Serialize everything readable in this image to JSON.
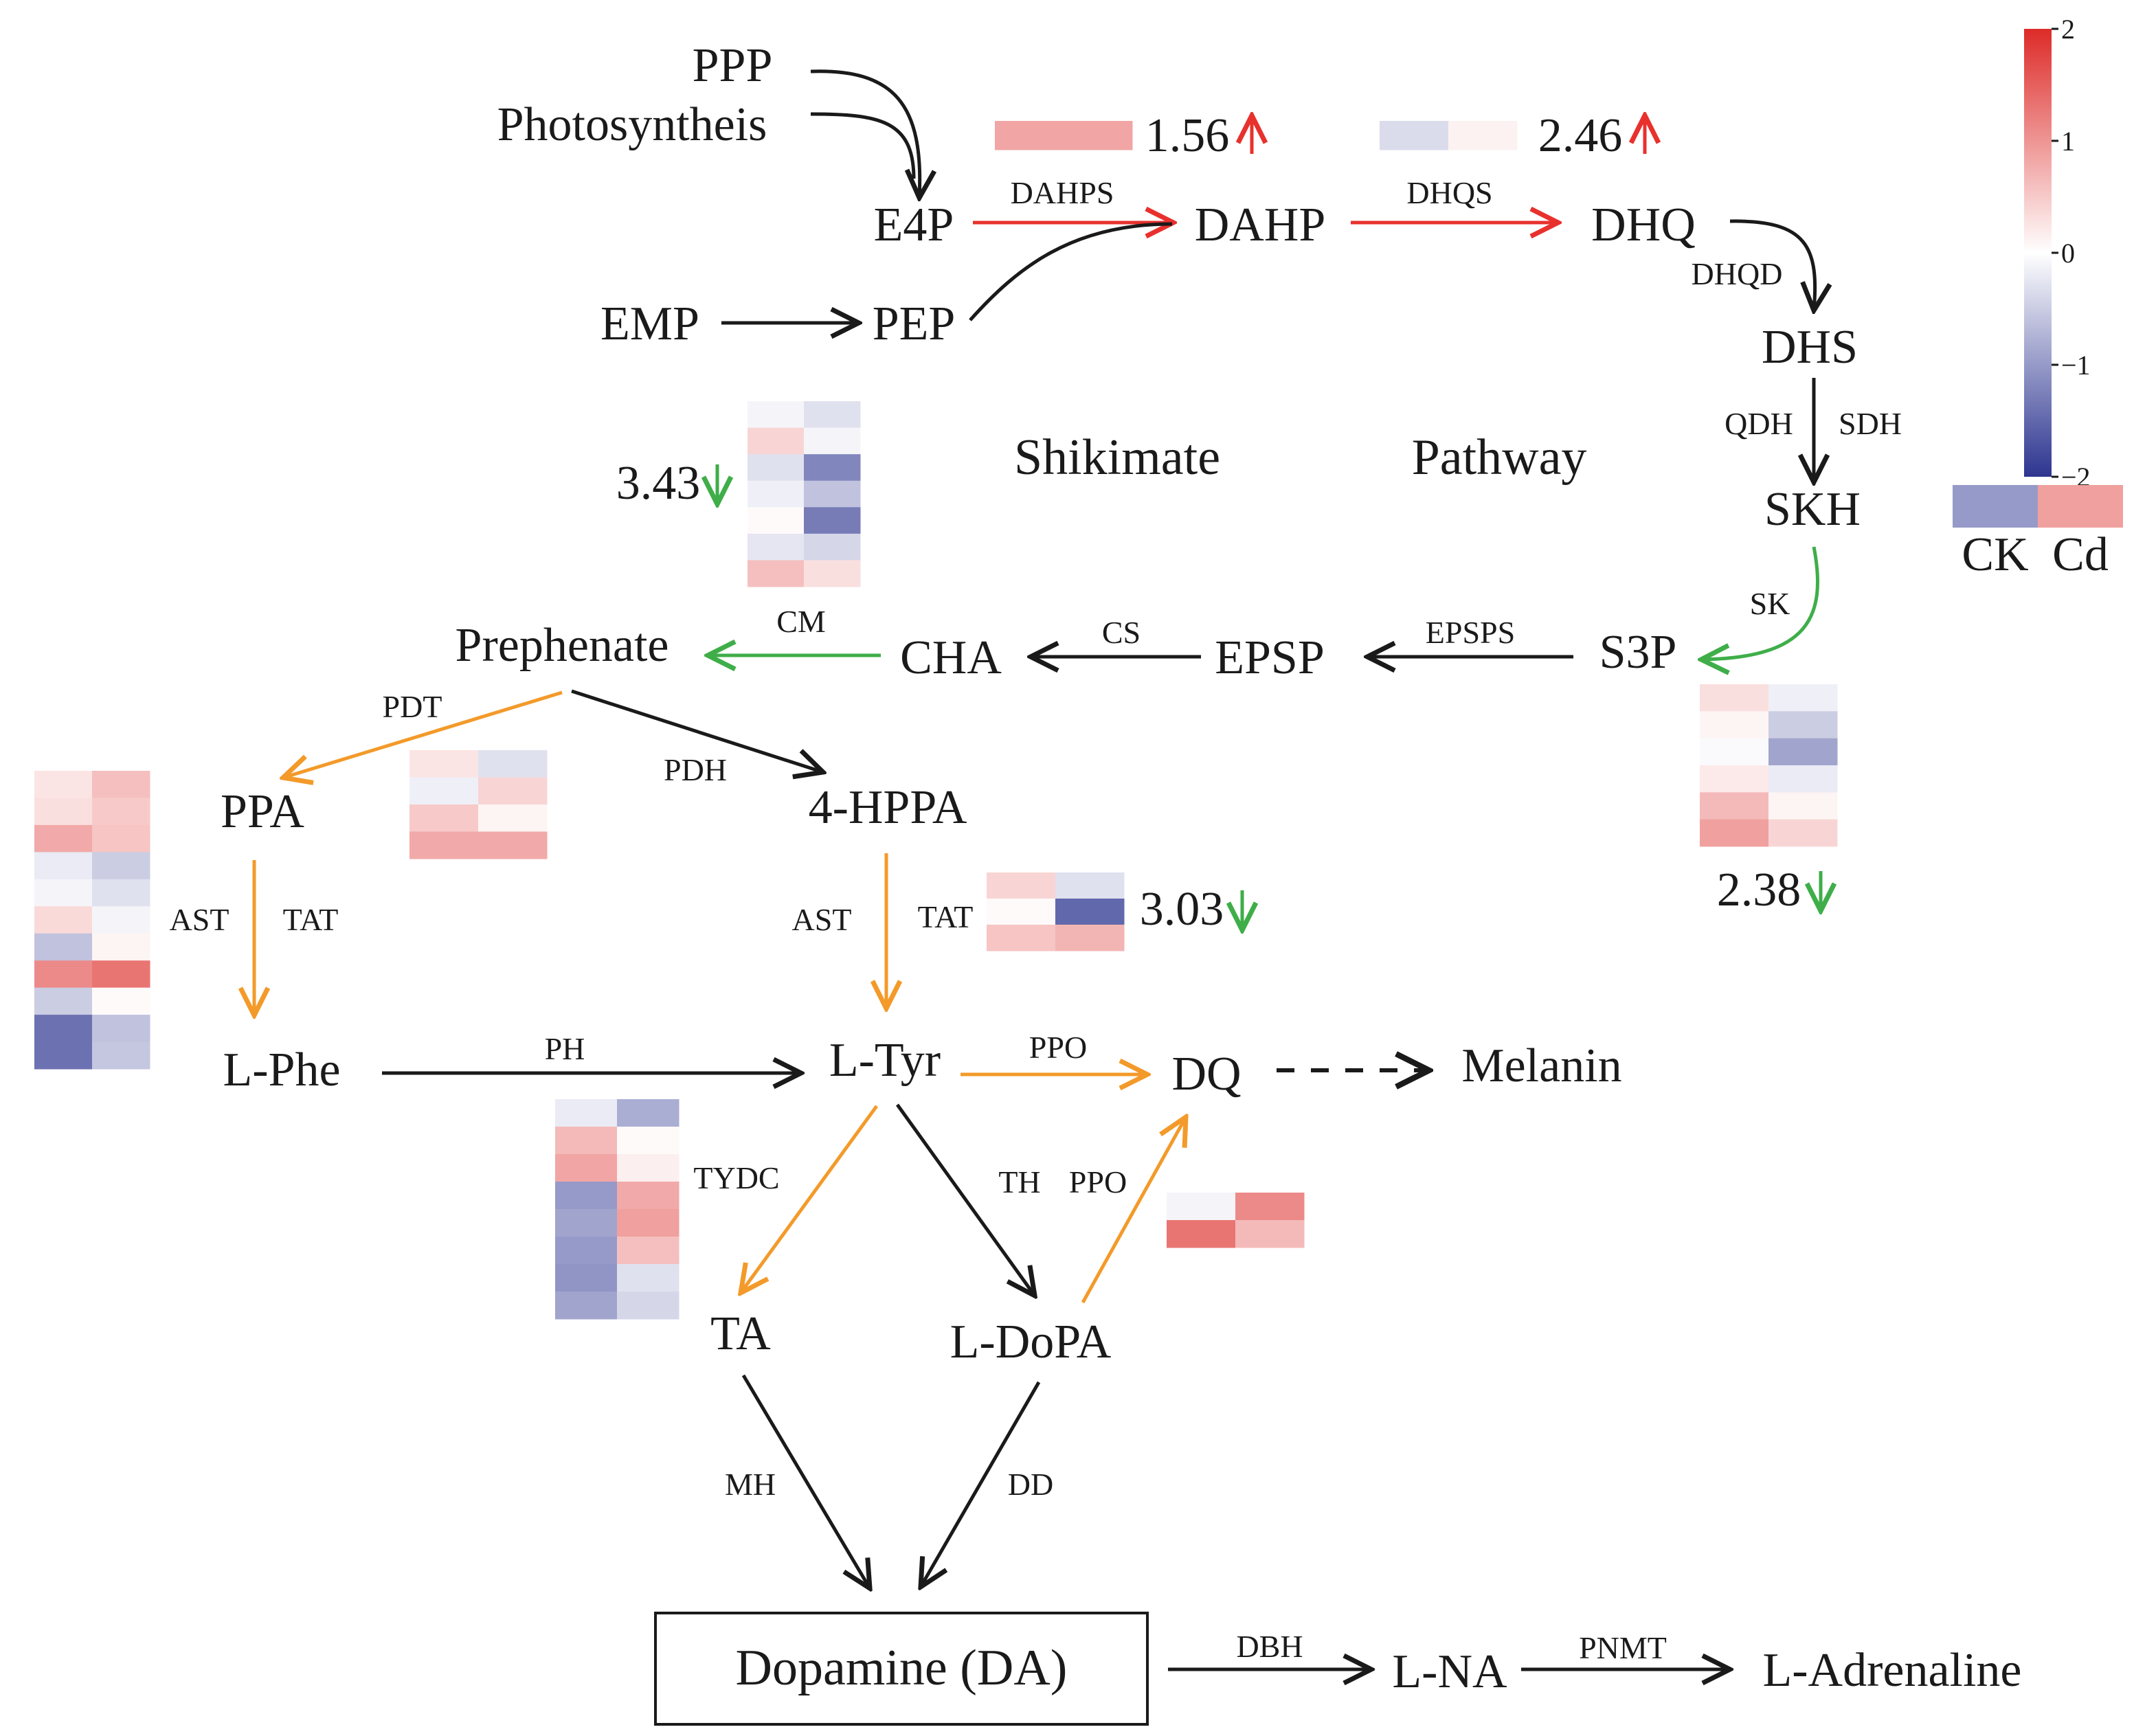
{
  "colors": {
    "up": "#e8312d",
    "down": "#3fae49",
    "other": "#f39a2a",
    "black": "#1a1a1a",
    "heat_high": "#dd2b28",
    "heat_mid": "#ffffff",
    "heat_low": "#2d3590"
  },
  "metabolites": {
    "ppp": "PPP",
    "photo": "Photosyntheis",
    "e4p": "E4P",
    "dahp": "DAHP",
    "dhq": "DHQ",
    "emp": "EMP",
    "pep": "PEP",
    "dhs": "DHS",
    "skh": "SKH",
    "shikimate": "Shikimate",
    "pathway": "Pathway",
    "prephenate": "Prephenate",
    "cha": "CHA",
    "epsp": "EPSP",
    "s3p": "S3P",
    "ppa": "PPA",
    "hppa": "4-HPPA",
    "lphe": "L-Phe",
    "ltyr": "L-Tyr",
    "dq": "DQ",
    "melanin": "Melanin",
    "ta": "TA",
    "ldopa": "L-DoPA",
    "dopamine": "Dopamine (DA)",
    "lna": "L-NA",
    "ladrenaline": "L-Adrenaline"
  },
  "enzymes": {
    "dahps": "DAHPS",
    "dhqs": "DHQS",
    "dhqd": "DHQD",
    "qdh": "QDH",
    "sdh": "SDH",
    "sk": "SK",
    "epsps": "EPSPS",
    "cs": "CS",
    "cm": "CM",
    "pdt": "PDT",
    "pdh": "PDH",
    "ast1": "AST",
    "tat1": "TAT",
    "ast2": "AST",
    "tat2": "TAT",
    "ph": "PH",
    "ppo1": "PPO",
    "tydc": "TYDC",
    "th": "TH",
    "ppo2": "PPO",
    "mh": "MH",
    "dd": "DD",
    "dbh": "DBH",
    "pnmt": "PNMT"
  },
  "fold_changes": {
    "dahps": "1.56",
    "dhqs": "2.46",
    "cm": "3.43",
    "sk": "2.38",
    "tat": "3.03"
  },
  "legend": {
    "ticks": [
      "2",
      "1",
      "0",
      "−1",
      "−2"
    ],
    "range": [
      -2,
      2
    ],
    "ck": "CK",
    "cd": "Cd",
    "ck_value": -1.0,
    "cd_value": 0.9
  },
  "heatmaps": {
    "dahps": [
      [
        0.85,
        0.85
      ]
    ],
    "dhqs": [
      [
        -0.35,
        0.12
      ]
    ],
    "cm": [
      [
        -0.1,
        -0.3
      ],
      [
        0.4,
        -0.1
      ],
      [
        -0.3,
        -1.2
      ],
      [
        -0.15,
        -0.6
      ],
      [
        0.05,
        -1.3
      ],
      [
        -0.25,
        -0.4
      ],
      [
        0.6,
        0.3
      ]
    ],
    "sk": [
      [
        0.3,
        -0.15
      ],
      [
        0.1,
        -0.5
      ],
      [
        -0.05,
        -0.9
      ],
      [
        0.2,
        -0.2
      ],
      [
        0.65,
        0.1
      ],
      [
        0.9,
        0.4
      ]
    ],
    "pdt": [
      [
        0.25,
        -0.3
      ],
      [
        -0.15,
        0.4
      ],
      [
        0.5,
        0.1
      ],
      [
        0.8,
        0.8
      ]
    ],
    "tat": [
      [
        0.4,
        -0.3
      ],
      [
        0.05,
        -1.5
      ],
      [
        0.55,
        0.7
      ]
    ],
    "ppa": [
      [
        0.25,
        0.6
      ],
      [
        0.3,
        0.5
      ],
      [
        0.8,
        0.55
      ],
      [
        -0.2,
        -0.5
      ],
      [
        -0.1,
        -0.3
      ],
      [
        0.35,
        -0.1
      ],
      [
        -0.6,
        0.1
      ],
      [
        1.1,
        1.3
      ],
      [
        -0.5,
        0.05
      ],
      [
        -1.4,
        -0.6
      ],
      [
        -1.4,
        -0.55
      ]
    ],
    "tydc": [
      [
        -0.2,
        -0.8
      ],
      [
        0.65,
        0.05
      ],
      [
        0.85,
        0.15
      ],
      [
        -1.0,
        0.8
      ],
      [
        -0.9,
        0.9
      ],
      [
        -1.0,
        0.6
      ],
      [
        -1.05,
        -0.3
      ],
      [
        -0.9,
        -0.4
      ]
    ],
    "ppo": [
      [
        -0.1,
        1.1
      ],
      [
        1.3,
        0.65
      ]
    ]
  }
}
